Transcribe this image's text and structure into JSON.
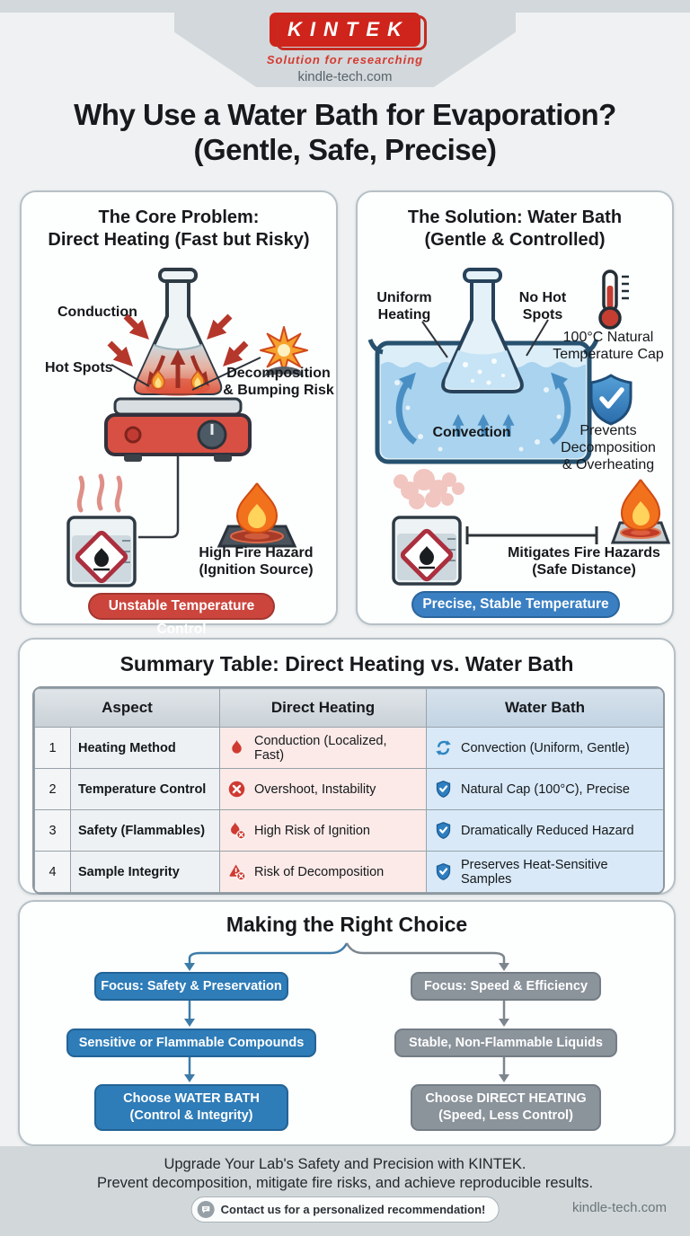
{
  "header": {
    "brand": "KINTEK",
    "tagline": "Solution for researching",
    "website": "kindle-tech.com"
  },
  "title": {
    "line1": "Why Use a Water Bath for Evaporation?",
    "line2": "(Gentle, Safe, Precise)"
  },
  "problem": {
    "title1": "The Core Problem:",
    "title2": "Direct Heating (Fast but Risky)",
    "label_conduction": "Conduction",
    "label_hot_spots": "Hot Spots",
    "label_decomposition1": "Decomposition",
    "label_decomposition2": "& Bumping Risk",
    "label_fire1": "High Fire Hazard",
    "label_fire2": "(Ignition Source)",
    "badge": "Unstable Temperature Control",
    "icons": [
      "conduction-arrows-icon",
      "hot-spot-flame-icon",
      "explosion-icon",
      "hot-plate-icon",
      "flammable-ghs-icon",
      "fire-icon"
    ]
  },
  "solution": {
    "title1": "The Solution: Water Bath",
    "title2": "(Gentle & Controlled)",
    "label_uniform1": "Uniform",
    "label_uniform2": "Heating",
    "label_nohot1": "No Hot",
    "label_nohot2": "Spots",
    "label_convection": "Convection",
    "label_tempcap1": "100°C Natural",
    "label_tempcap2": "Temperature Cap",
    "label_prevents1": "Prevents",
    "label_prevents2": "Decomposition",
    "label_prevents3": "& Overheating",
    "label_mitigates1": "Mitigates Fire Hazards",
    "label_mitigates2": "(Safe Distance)",
    "badge": "Precise, Stable Temperature",
    "icons": [
      "thermometer-icon",
      "shield-check-icon",
      "water-bath-icon",
      "flammable-ghs-icon",
      "fire-icon"
    ]
  },
  "table": {
    "title": "Summary Table: Direct Heating vs. Water Bath",
    "col_aspect": "Aspect",
    "col_direct": "Direct Heating",
    "col_water": "Water Bath",
    "rows": [
      {
        "num": "1",
        "aspect": "Heating Method",
        "direct": "Conduction (Localized, Fast)",
        "direct_icon": "flame-icon",
        "water": "Convection (Uniform, Gentle)",
        "water_icon": "refresh-icon"
      },
      {
        "num": "2",
        "aspect": "Temperature Control",
        "direct": "Overshoot, Instability",
        "direct_icon": "circle-x-icon",
        "water": "Natural Cap (100°C), Precise",
        "water_icon": "shield-check-icon"
      },
      {
        "num": "3",
        "aspect": "Safety (Flammables)",
        "direct": "High Risk of Ignition",
        "direct_icon": "flame-cross-icon",
        "water": "Dramatically Reduced Hazard",
        "water_icon": "shield-check-icon"
      },
      {
        "num": "4",
        "aspect": "Sample Integrity",
        "direct": "Risk of Decomposition",
        "direct_icon": "warning-cross-icon",
        "water": "Preserves Heat-Sensitive Samples",
        "water_icon": "shield-check-icon"
      }
    ]
  },
  "choice": {
    "title": "Making the Right Choice",
    "left": {
      "step1": "Focus: Safety & Preservation",
      "step2": "Sensitive or Flammable Compounds",
      "step3a": "Choose WATER BATH",
      "step3b": "(Control & Integrity)"
    },
    "right": {
      "step1": "Focus: Speed & Efficiency",
      "step2": "Stable, Non-Flammable Liquids",
      "step3a": "Choose DIRECT HEATING",
      "step3b": "(Speed, Less Control)"
    }
  },
  "footer": {
    "line1": "Upgrade Your Lab's Safety and Precision with KINTEK.",
    "line2": "Prevent decomposition, mitigate fire risks, and achieve reproducible results.",
    "cta": "Contact us for a personalized recommendation!",
    "website": "kindle-tech.com"
  },
  "colors": {
    "brand_red": "#cf241b",
    "badge_red": "#cb453d",
    "badge_blue": "#3a7fc2",
    "flow_blue": "#2e7cb8",
    "flow_gray": "#8b939b",
    "table_direct_bg": "#fbeae8",
    "table_water_bg": "#d9e9f7",
    "banner_gray": "#d2d8db"
  }
}
